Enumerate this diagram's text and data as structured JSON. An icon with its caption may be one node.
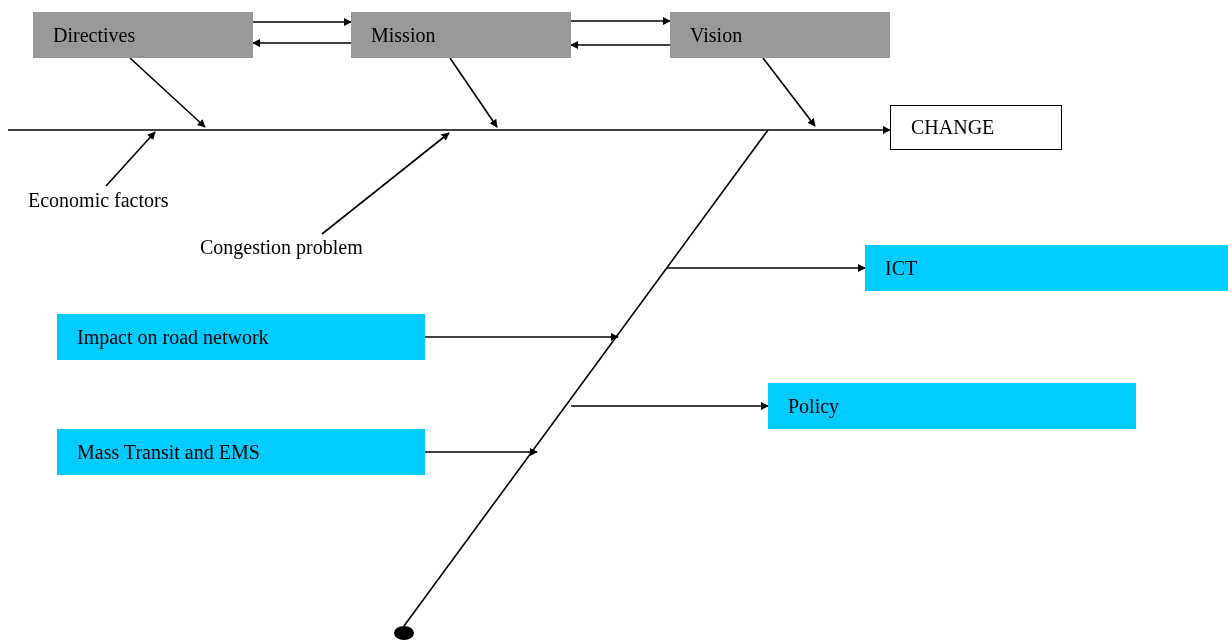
{
  "diagram": {
    "nodes": [
      {
        "text": [
          "Directives"
        ]
      },
      {
        "text": [
          "Mission"
        ]
      },
      {
        "text": [
          "Vision"
        ]
      },
      {
        "text": [
          "CHANGE"
        ]
      },
      {
        "text": [
          "Economic factors"
        ]
      },
      {
        "text": [
          "Congestion problem"
        ]
      },
      {
        "text": [
          "ICT"
        ]
      },
      {
        "text": [
          "Impact on road network"
        ]
      },
      {
        "text": [
          "Mass Transit and EMS"
        ]
      },
      {
        "text": [
          "Policy"
        ]
      },
      {
        "text": [],
        "shape": "circle"
      }
    ],
    "edges": [
      {
        "from": null,
        "to": 3,
        "arrow": "to"
      },
      {
        "from": 0,
        "to": 1,
        "arrow": "to"
      },
      {
        "from": 1,
        "to": 0,
        "arrow": "to"
      },
      {
        "from": 1,
        "to": 2,
        "arrow": "to"
      },
      {
        "from": 2,
        "to": 1,
        "arrow": "to"
      },
      {
        "from": 0,
        "to": null,
        "arrow": "to"
      },
      {
        "from": 1,
        "to": null,
        "arrow": "to"
      },
      {
        "from": 2,
        "to": null,
        "arrow": "to"
      },
      {
        "from": 4,
        "to": null,
        "arrow": "to"
      },
      {
        "from": 5,
        "to": null,
        "arrow": "to"
      },
      {
        "from": 10,
        "to": null,
        "arrow": "none"
      },
      {
        "from": null,
        "to": 6,
        "arrow": "to"
      },
      {
        "from": 7,
        "to": null,
        "arrow": "to"
      },
      {
        "from": 8,
        "to": null,
        "arrow": "to"
      },
      {
        "from": null,
        "to": 9,
        "arrow": "to"
      }
    ]
  }
}
